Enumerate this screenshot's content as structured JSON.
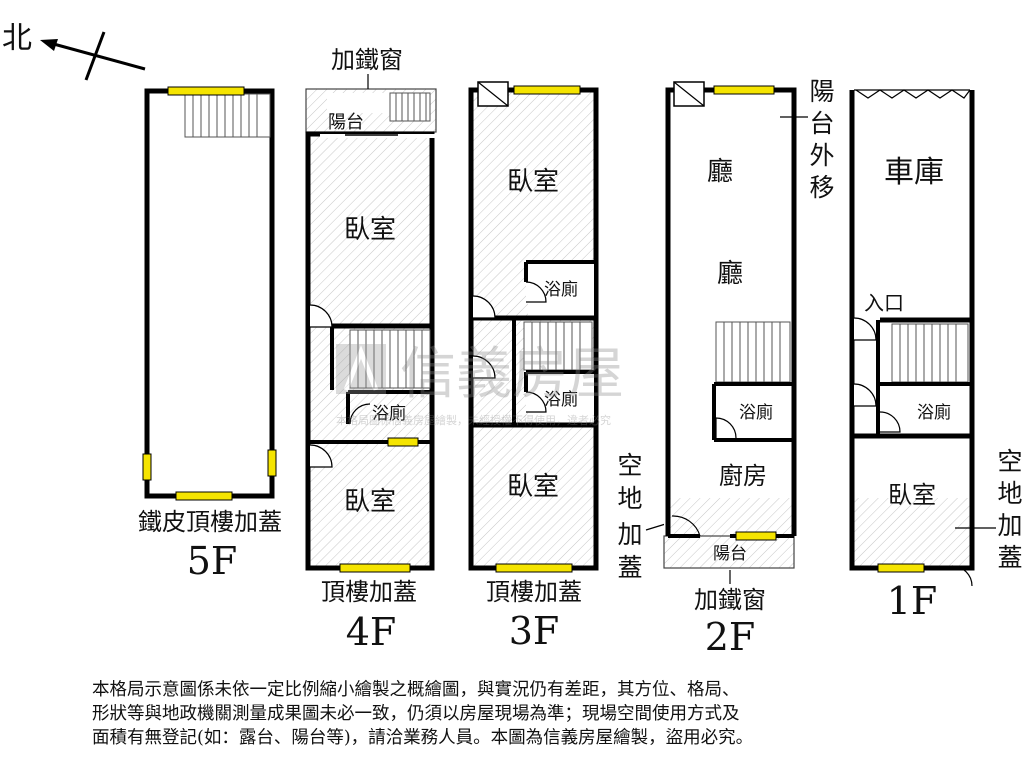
{
  "compass": {
    "north": "北"
  },
  "floors": {
    "f5": {
      "level": "5F",
      "note": "鐵皮頂樓加蓋"
    },
    "f4": {
      "level": "4F",
      "note": "頂樓加蓋",
      "window": "加鐵窗",
      "balcony": "陽台",
      "room_top": "臥室",
      "bath": "浴廁",
      "room_bottom": "臥室"
    },
    "f3": {
      "level": "3F",
      "note": "頂樓加蓋",
      "room_top": "臥室",
      "bath_top": "浴廁",
      "bath_mid": "浴廁",
      "room_bottom": "臥室",
      "side_note": [
        "空",
        "地",
        "加",
        "蓋"
      ]
    },
    "f2": {
      "level": "2F",
      "window": "加鐵窗",
      "hall1": "廳",
      "hall2": "廳",
      "bath": "浴廁",
      "kitchen": "廚房",
      "balcony": "陽台",
      "balcony_note": [
        "陽",
        "台",
        "外",
        "移"
      ]
    },
    "f1": {
      "level": "1F",
      "garage": "車庫",
      "entrance": "入口",
      "bath": "浴廁",
      "room": "臥室",
      "side_note": [
        "空",
        "地",
        "加",
        "蓋"
      ]
    }
  },
  "watermark": {
    "brand": "信義房屋",
    "sub": "本格局圖係信義房屋繪製，未經授權不得使用，違者必究"
  },
  "disclaimer": [
    "本格局示意圖係未依一定比例縮小繪製之概繪圖，與實況仍有差距，其方位、格局、",
    "形狀等與地政機關測量成果圖未必一致，仍須以房屋現場為準；現場空間使用方式及",
    "面積有無登記(如：露台、陽台等)，請洽業務人員。本圖為信義房屋繪製，盜用必究。"
  ]
}
